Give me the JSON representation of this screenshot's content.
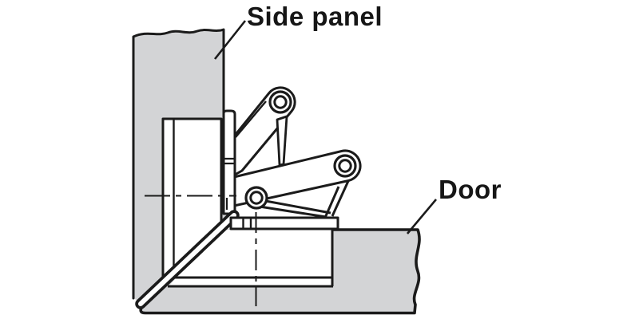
{
  "diagram": {
    "type": "technical-line-drawing",
    "subject": "concealed cabinet hinge mounted between a side panel and a door shown open 90 degrees",
    "labels": {
      "side_panel": "Side panel",
      "door": "Door"
    },
    "colors": {
      "panel_fill": "#d3d4d6",
      "line": "#1b1b1b",
      "background": "#ffffff"
    },
    "parts": [
      "side-panel",
      "mounting-plate",
      "hinge-arm-upper",
      "hinge-arm-lower",
      "hinge-cup",
      "cup-flange",
      "pivot-top",
      "pivot-right",
      "pivot-bottom",
      "door"
    ],
    "annotation_count": 2
  }
}
